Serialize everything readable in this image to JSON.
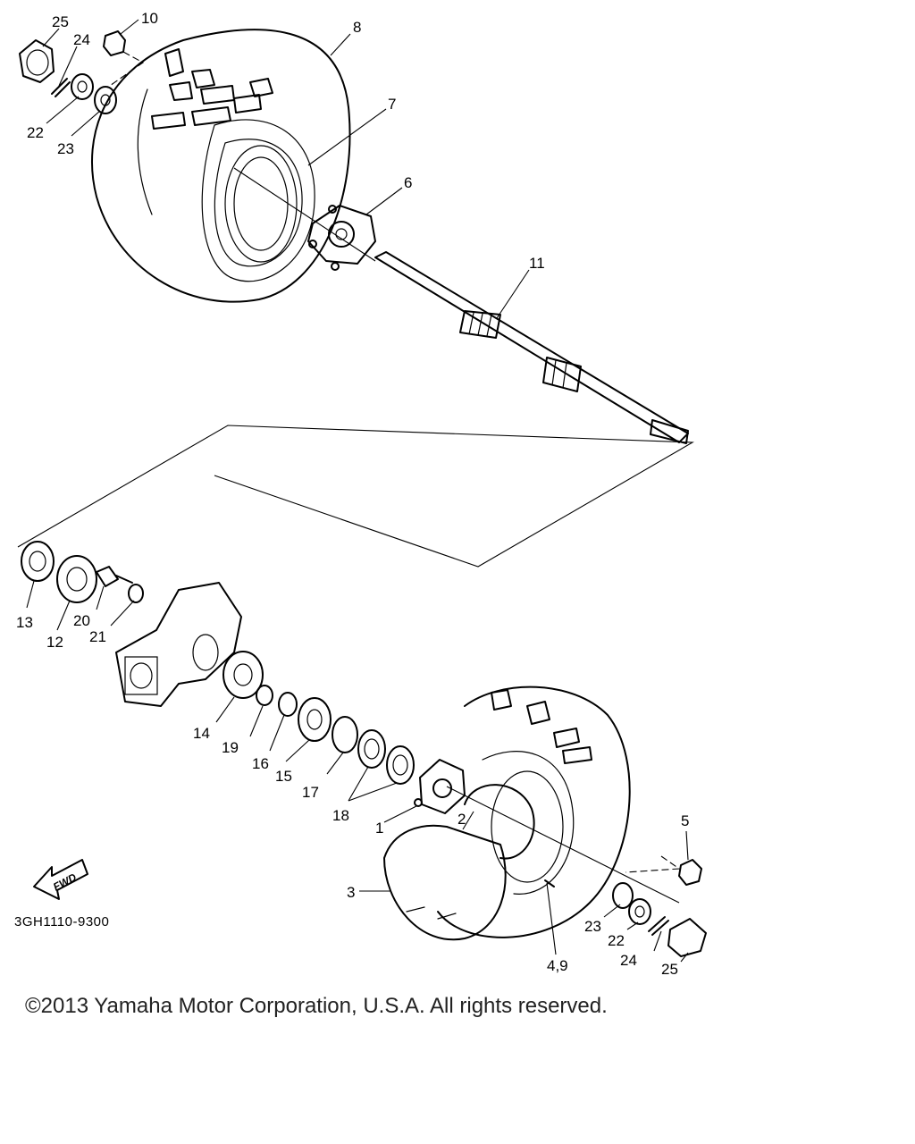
{
  "diagram": {
    "part_numbers": {
      "p25_top": "25",
      "p10": "10",
      "p24_top": "24",
      "p8": "8",
      "p22_top": "22",
      "p23_top": "23",
      "p7": "7",
      "p6": "6",
      "p11": "11",
      "p13": "13",
      "p12": "12",
      "p20": "20",
      "p21": "21",
      "p14": "14",
      "p19": "19",
      "p16": "16",
      "p15": "15",
      "p17": "17",
      "p18": "18",
      "p1": "1",
      "p2": "2",
      "p5": "5",
      "p3": "3",
      "p23_bottom": "23",
      "p22_bottom": "22",
      "p24_bottom": "24",
      "p25_bottom": "25",
      "p4_9": "4,9"
    },
    "fwd_label": "FWD",
    "drawing_code": "3GH1110-9300"
  },
  "footer": {
    "copyright": "©2013 Yamaha Motor Corporation, U.S.A. All rights reserved."
  }
}
